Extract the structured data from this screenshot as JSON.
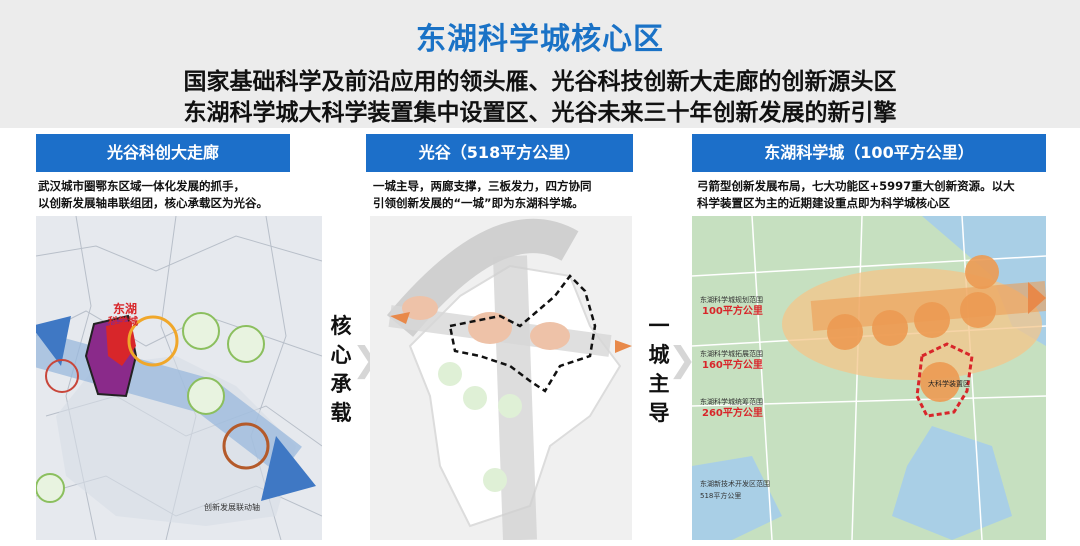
{
  "header": {
    "title": "东湖科学城核心区",
    "subtitle_line1": "国家基础科学及前沿应用的领头雁、光谷科技创新大走廊的创新源头区",
    "subtitle_line2": "东湖科学城大科学装置集中设置区、光谷未来三十年创新发展的新引擎"
  },
  "panels": [
    {
      "heading": "光谷科创大走廊",
      "desc_line1": "武汉城市圈鄂东区域一体化发展的抓手，",
      "desc_line2": "以创新发展轴串联组团，核心承载区为光谷。",
      "map_label_main": "东湖",
      "map_label_sub": "科学城",
      "map_axis_label": "创新发展联动轴"
    },
    {
      "heading": "光谷（518平方公里）",
      "desc_line1": "一城主导，两廊支撑，三板发力，四方协同",
      "desc_line2": "引领创新发展的“一城”即为东湖科学城。"
    },
    {
      "heading": "东湖科学城（100平方公里）",
      "desc_line1": "弓箭型创新发展布局，七大功能区+5997重大创新资源。以大",
      "desc_line2": "科学装置区为主的近期建设重点即为科学城核心区",
      "range_labels": [
        {
          "name": "东湖科学城规划范围",
          "area": "100平方公里"
        },
        {
          "name": "东湖科学城拓展范围",
          "area": "160平方公里"
        },
        {
          "name": "东湖科学城统筹范围",
          "area": "260平方公里"
        },
        {
          "name": "东湖新技术开发区范围",
          "area": "518平方公里"
        }
      ],
      "core_label": "大科学装置区"
    }
  ],
  "connectors": {
    "left": [
      "核",
      "心",
      "承",
      "载"
    ],
    "right": [
      "一",
      "城",
      "主",
      "导"
    ]
  },
  "colors": {
    "title_blue": "#1a72c6",
    "panel_blue": "#1c6fc9",
    "red_area": "#d8262a",
    "orange_area": "#e8894a"
  }
}
